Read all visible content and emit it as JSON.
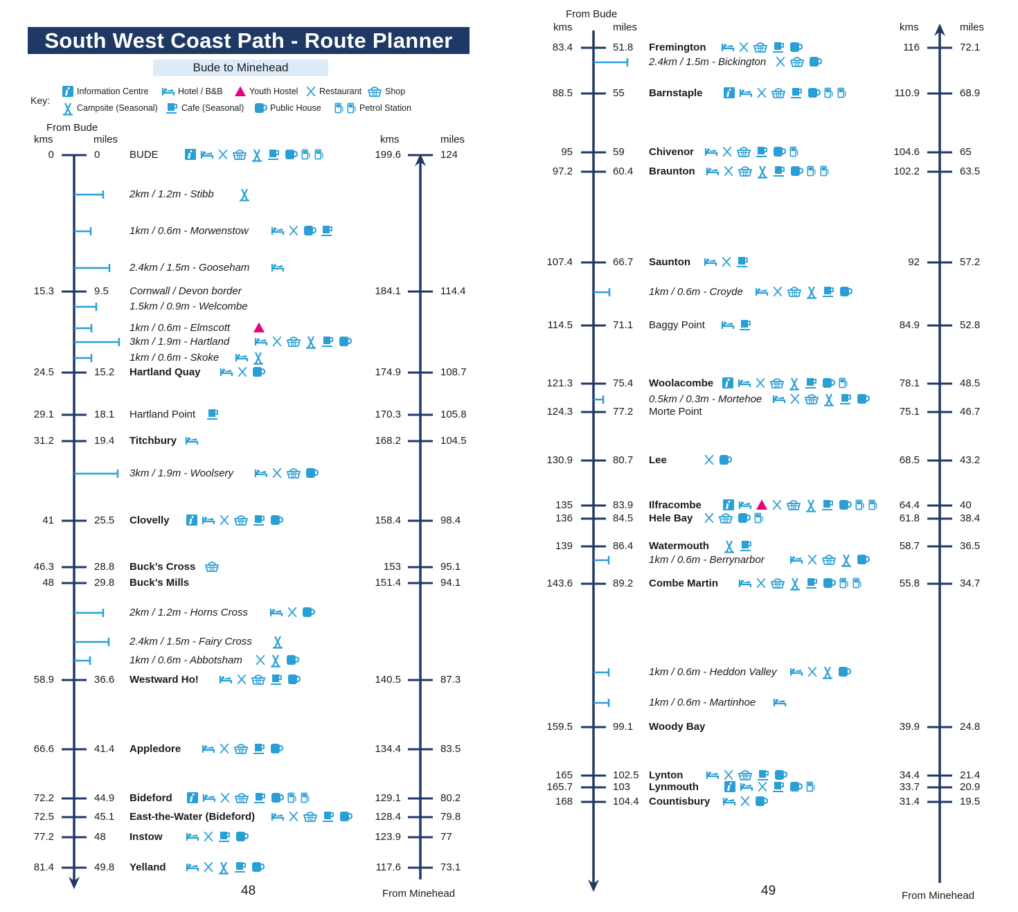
{
  "title": "South West Coast Path - Route Planner",
  "subtitle": "Bude to Minehead",
  "colors": {
    "navy": "#1f3864",
    "icon": "#2a9fd6",
    "hostel": "#e6007e",
    "subtitle_bg": "#dcebf8"
  },
  "key": {
    "label": "Key:",
    "items": [
      {
        "icon": "info",
        "label": "Information Centre"
      },
      {
        "icon": "hotel",
        "label": "Hotel / B&B"
      },
      {
        "icon": "hostel",
        "label": "Youth Hostel"
      },
      {
        "icon": "restaurant",
        "label": "Restaurant"
      },
      {
        "icon": "shop",
        "label": "Shop"
      },
      {
        "icon": "camp",
        "label": "Campsite (Seasonal)"
      },
      {
        "icon": "cafe",
        "label": "Cafe (Seasonal)"
      },
      {
        "icon": "pub",
        "label": "Public House"
      },
      {
        "icon": "petrol",
        "label": "Petrol Station"
      }
    ]
  },
  "left_page": {
    "page_number": "48",
    "from_bude": "From Bude",
    "from_minehead": "From Minehead",
    "col_kms": "kms",
    "col_miles": "miles",
    "col_kms_right": "kms",
    "col_miles_right": "miles",
    "entries": [
      {
        "kms": "0",
        "miles": "0",
        "name": "BUDE",
        "style": "normal",
        "rkms": "199.6",
        "rmiles": "124",
        "icons": [
          "info",
          "hotel",
          "restaurant",
          "shop",
          "camp",
          "cafe",
          "pub",
          "petrol",
          "petrol"
        ]
      },
      {
        "branch": "2km / 1.2m - Stibb",
        "icons": [
          "camp"
        ]
      },
      {
        "branch": "1km / 0.6m - Morwenstow",
        "icons": [
          "hotel",
          "restaurant",
          "pub",
          "cafe"
        ]
      },
      {
        "branch": "2.4km / 1.5m - Gooseham",
        "icons": [
          "hotel"
        ]
      },
      {
        "kms": "15.3",
        "miles": "9.5",
        "name": "Cornwall / Devon border",
        "style": "italic",
        "rkms": "184.1",
        "rmiles": "114.4",
        "icons": []
      },
      {
        "branch": "1.5km / 0.9m - Welcombe",
        "icons": []
      },
      {
        "branch": "1km / 0.6m - Elmscott",
        "icons": [
          "hostel"
        ]
      },
      {
        "branch": "3km / 1.9m - Hartland",
        "icons": [
          "hotel",
          "restaurant",
          "shop",
          "camp",
          "cafe",
          "pub"
        ]
      },
      {
        "branch": "1km / 0.6m - Skoke",
        "icons": [
          "hotel",
          "camp"
        ]
      },
      {
        "kms": "24.5",
        "miles": "15.2",
        "name": "Hartland Quay",
        "style": "bold",
        "rkms": "174.9",
        "rmiles": "108.7",
        "icons": [
          "hotel",
          "restaurant",
          "pub"
        ]
      },
      {
        "kms": "29.1",
        "miles": "18.1",
        "name": "Hartland Point",
        "style": "normal",
        "rkms": "170.3",
        "rmiles": "105.8",
        "icons": [
          "cafe"
        ]
      },
      {
        "kms": "31.2",
        "miles": "19.4",
        "name": "Titchbury",
        "style": "bold",
        "rkms": "168.2",
        "rmiles": "104.5",
        "icons": [
          "hotel"
        ]
      },
      {
        "branch": "3km / 1.9m - Woolsery",
        "icons": [
          "hotel",
          "restaurant",
          "shop",
          "pub"
        ]
      },
      {
        "kms": "41",
        "miles": "25.5",
        "name": "Clovelly",
        "style": "bold",
        "rkms": "158.4",
        "rmiles": "98.4",
        "icons": [
          "info",
          "hotel",
          "restaurant",
          "shop",
          "cafe",
          "pub"
        ]
      },
      {
        "kms": "46.3",
        "miles": "28.8",
        "name": "Buck’s Cross",
        "style": "bold",
        "rkms": "153",
        "rmiles": "95.1",
        "icons": [
          "shop"
        ]
      },
      {
        "kms": "48",
        "miles": "29.8",
        "name": "Buck’s Mills",
        "style": "bold",
        "rkms": "151.4",
        "rmiles": "94.1",
        "icons": []
      },
      {
        "branch": "2km / 1.2m - Horns Cross",
        "icons": [
          "hotel",
          "restaurant",
          "pub"
        ]
      },
      {
        "branch": "2.4km / 1.5m - Fairy Cross",
        "icons": [
          "camp"
        ]
      },
      {
        "branch": "1km / 0.6m - Abbotsham",
        "icons": [
          "restaurant",
          "camp",
          "pub"
        ]
      },
      {
        "kms": "58.9",
        "miles": "36.6",
        "name": "Westward Ho!",
        "style": "bold",
        "rkms": "140.5",
        "rmiles": "87.3",
        "icons": [
          "hotel",
          "restaurant",
          "shop",
          "cafe",
          "pub"
        ]
      },
      {
        "kms": "66.6",
        "miles": "41.4",
        "name": "Appledore",
        "style": "bold",
        "rkms": "134.4",
        "rmiles": "83.5",
        "icons": [
          "hotel",
          "restaurant",
          "shop",
          "cafe",
          "pub"
        ]
      },
      {
        "kms": "72.2",
        "miles": "44.9",
        "name": "Bideford",
        "style": "bold",
        "rkms": "129.1",
        "rmiles": "80.2",
        "icons": [
          "info",
          "hotel",
          "restaurant",
          "shop",
          "cafe",
          "pub",
          "petrol",
          "petrol"
        ]
      },
      {
        "kms": "72.5",
        "miles": "45.1",
        "name": "East-the-Water (Bideford)",
        "style": "bold",
        "rkms": "128.4",
        "rmiles": "79.8",
        "icons": [
          "hotel",
          "restaurant",
          "shop",
          "cafe",
          "pub"
        ]
      },
      {
        "kms": "77.2",
        "miles": "48",
        "name": "Instow",
        "style": "bold",
        "rkms": "123.9",
        "rmiles": "77",
        "icons": [
          "hotel",
          "restaurant",
          "cafe",
          "pub"
        ]
      },
      {
        "kms": "81.4",
        "miles": "49.8",
        "name": "Yelland",
        "style": "bold",
        "rkms": "117.6",
        "rmiles": "73.1",
        "icons": [
          "hotel",
          "restaurant",
          "camp",
          "cafe",
          "pub"
        ]
      }
    ]
  },
  "right_page": {
    "page_number": "49",
    "from_bude": "From Bude",
    "from_minehead": "From Minehead",
    "col_kms": "kms",
    "col_miles": "miles",
    "col_kms_right": "kms",
    "col_miles_right": "miles",
    "entries": [
      {
        "kms": "83.4",
        "miles": "51.8",
        "name": "Fremington",
        "style": "bold",
        "rkms": "116",
        "rmiles": "72.1",
        "icons": [
          "hotel",
          "restaurant",
          "shop",
          "cafe",
          "pub"
        ]
      },
      {
        "branch": "2.4km / 1.5m - Bickington",
        "icons": [
          "restaurant",
          "shop",
          "pub"
        ]
      },
      {
        "kms": "88.5",
        "miles": "55",
        "name": "Barnstaple",
        "style": "bold",
        "rkms": "110.9",
        "rmiles": "68.9",
        "icons": [
          "info",
          "hotel",
          "restaurant",
          "shop",
          "cafe",
          "pub",
          "petrol",
          "petrol"
        ]
      },
      {
        "kms": "95",
        "miles": "59",
        "name": "Chivenor",
        "style": "bold",
        "rkms": "104.6",
        "rmiles": "65",
        "icons": [
          "hotel",
          "restaurant",
          "shop",
          "cafe",
          "pub",
          "petrol"
        ]
      },
      {
        "kms": "97.2",
        "miles": "60.4",
        "name": "Braunton",
        "style": "bold",
        "rkms": "102.2",
        "rmiles": "63.5",
        "icons": [
          "hotel",
          "restaurant",
          "shop",
          "camp",
          "cafe",
          "pub",
          "petrol",
          "petrol"
        ]
      },
      {
        "kms": "107.4",
        "miles": "66.7",
        "name": "Saunton",
        "style": "bold",
        "rkms": "92",
        "rmiles": "57.2",
        "icons": [
          "hotel",
          "restaurant",
          "cafe"
        ]
      },
      {
        "branch": "1km / 0.6m - Croyde",
        "icons": [
          "hotel",
          "restaurant",
          "shop",
          "camp",
          "cafe",
          "pub"
        ]
      },
      {
        "kms": "114.5",
        "miles": "71.1",
        "name": "Baggy Point",
        "style": "normal",
        "rkms": "84.9",
        "rmiles": "52.8",
        "icons": [
          "hotel",
          "cafe"
        ]
      },
      {
        "kms": "121.3",
        "miles": "75.4",
        "name": "Woolacombe",
        "style": "bold",
        "rkms": "78.1",
        "rmiles": "48.5",
        "icons": [
          "info",
          "hotel",
          "restaurant",
          "shop",
          "camp",
          "cafe",
          "pub",
          "petrol"
        ]
      },
      {
        "branch": "0.5km / 0.3m - Mortehoe",
        "icons": [
          "hotel",
          "restaurant",
          "shop",
          "camp",
          "cafe",
          "pub"
        ]
      },
      {
        "kms": "124.3",
        "miles": "77.2",
        "name": "Morte Point",
        "style": "normal",
        "rkms": "75.1",
        "rmiles": "46.7",
        "icons": []
      },
      {
        "kms": "130.9",
        "miles": "80.7",
        "name": "Lee",
        "style": "bold",
        "rkms": "68.5",
        "rmiles": "43.2",
        "icons": [
          "restaurant",
          "pub"
        ]
      },
      {
        "kms": "135",
        "miles": "83.9",
        "name": "Ilfracombe",
        "style": "bold",
        "rkms": "64.4",
        "rmiles": "40",
        "icons": [
          "info",
          "hotel",
          "hostel",
          "restaurant",
          "shop",
          "camp",
          "cafe",
          "pub",
          "petrol",
          "petrol"
        ]
      },
      {
        "kms": "136",
        "miles": "84.5",
        "name": "Hele Bay",
        "style": "bold",
        "rkms": "61.8",
        "rmiles": "38.4",
        "icons": [
          "restaurant",
          "shop",
          "pub",
          "petrol"
        ]
      },
      {
        "kms": "139",
        "miles": "86.4",
        "name": "Watermouth",
        "style": "bold",
        "rkms": "58.7",
        "rmiles": "36.5",
        "icons": [
          "camp",
          "cafe"
        ]
      },
      {
        "branch": "1km / 0.6m - Berrynarbor",
        "icons": [
          "hotel",
          "restaurant",
          "shop",
          "camp",
          "pub"
        ]
      },
      {
        "kms": "143.6",
        "miles": "89.2",
        "name": "Combe Martin",
        "style": "bold",
        "rkms": "55.8",
        "rmiles": "34.7",
        "icons": [
          "hotel",
          "restaurant",
          "shop",
          "camp",
          "cafe",
          "pub",
          "petrol",
          "petrol"
        ]
      },
      {
        "branch": "1km / 0.6m - Heddon Valley",
        "icons": [
          "hotel",
          "restaurant",
          "camp",
          "pub"
        ]
      },
      {
        "branch": "1km / 0.6m - Martinhoe",
        "icons": [
          "hotel"
        ]
      },
      {
        "kms": "159.5",
        "miles": "99.1",
        "name": "Woody Bay",
        "style": "bold",
        "rkms": "39.9",
        "rmiles": "24.8",
        "icons": []
      },
      {
        "kms": "165",
        "miles": "102.5",
        "name": "Lynton",
        "style": "bold",
        "rkms": "34.4",
        "rmiles": "21.4",
        "icons": [
          "hotel",
          "restaurant",
          "shop",
          "cafe",
          "pub"
        ]
      },
      {
        "kms": "165.7",
        "miles": "103",
        "name": "Lynmouth",
        "style": "bold",
        "rkms": "33.7",
        "rmiles": "20.9",
        "icons": [
          "info",
          "hotel",
          "restaurant",
          "cafe",
          "pub",
          "petrol"
        ]
      },
      {
        "kms": "168",
        "miles": "104.4",
        "name": "Countisbury",
        "style": "bold",
        "rkms": "31.4",
        "rmiles": "19.5",
        "icons": [
          "hotel",
          "restaurant",
          "pub"
        ]
      }
    ]
  }
}
